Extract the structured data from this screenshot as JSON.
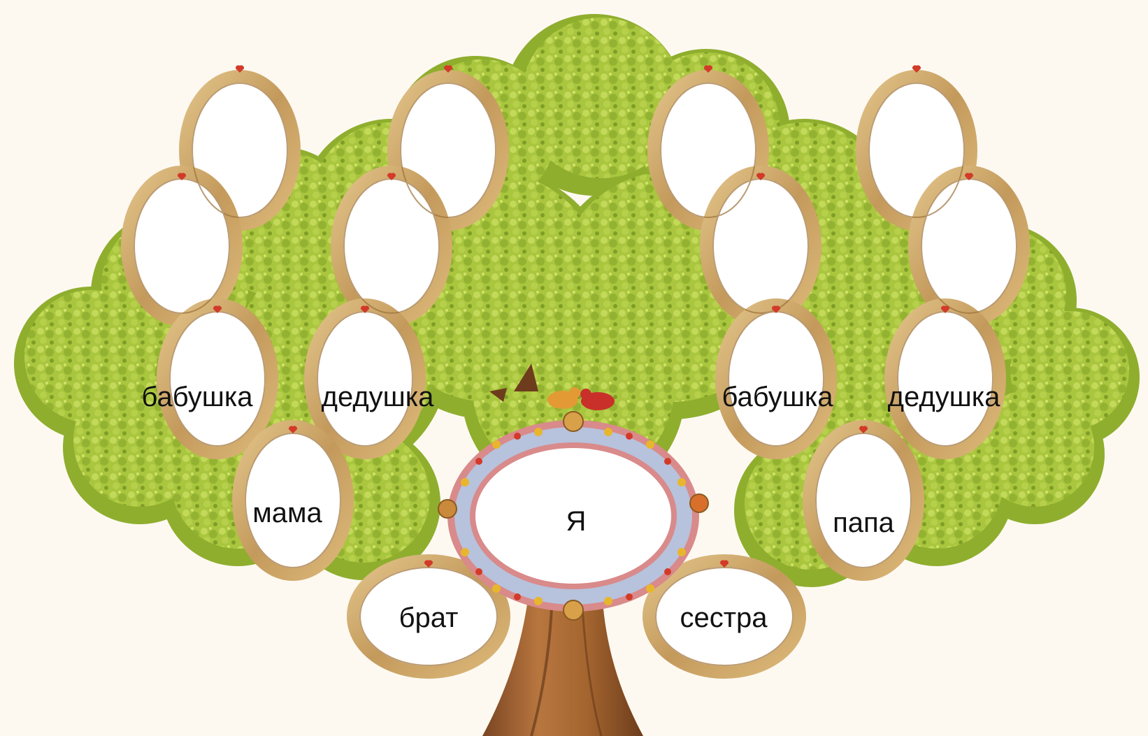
{
  "labels": {
    "paternal_grandmother": "бабушка",
    "paternal_grandfather": "дедушка",
    "maternal_grandmother": "бабушка",
    "maternal_grandfather": "дедушка",
    "mother": "мама",
    "father": "папа",
    "me": "Я",
    "brother": "брат",
    "sister": "сестра"
  },
  "colors": {
    "background": "#fdf9f1",
    "foliage_dark": "#8fae2e",
    "foliage_mid": "#a9c63e",
    "foliage_light": "#c3d95a",
    "trunk": "#a8693a",
    "frame_gold": "#c9a064",
    "frame_center_blue": "#b7c2dc",
    "frame_center_pink": "#d98a8a",
    "heart": "#d23a2a",
    "oval_fill": "#ffffff",
    "label_text": "#111111"
  }
}
